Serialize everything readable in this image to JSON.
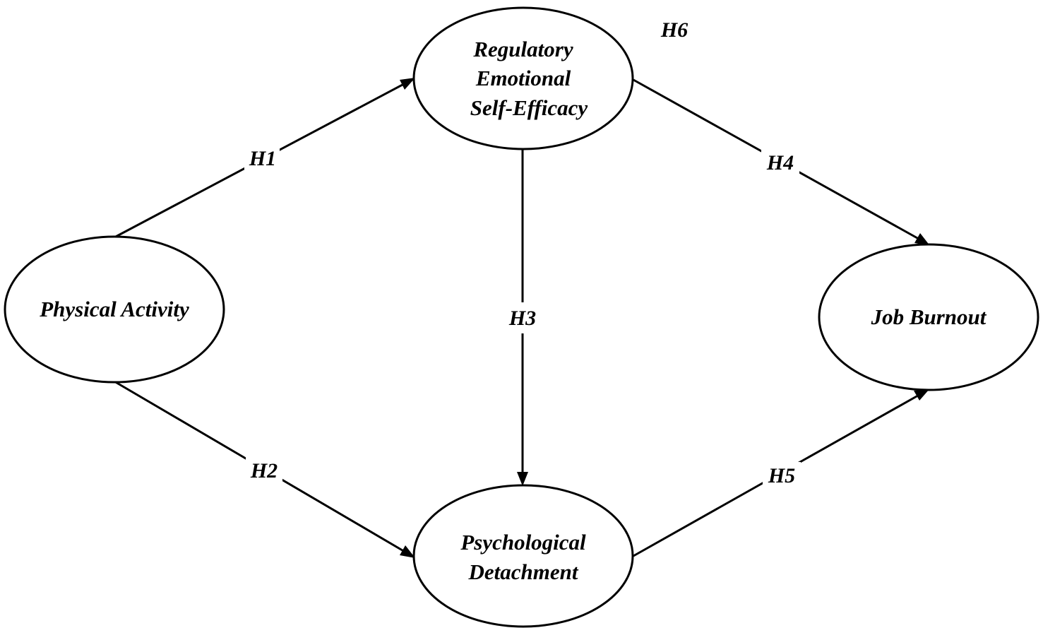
{
  "nodes": {
    "physical_activity": {
      "lines": [
        "Physical Activity"
      ]
    },
    "regulatory": {
      "lines": [
        "Regulatory",
        "Emotional",
        "Self-Efficacy"
      ]
    },
    "detachment": {
      "lines": [
        "Psychological",
        "Detachment"
      ]
    },
    "burnout": {
      "lines": [
        "Job Burnout"
      ]
    }
  },
  "edges": [
    {
      "from": "physical_activity",
      "to": "regulatory",
      "label": "H1"
    },
    {
      "from": "physical_activity",
      "to": "detachment",
      "label": "H2"
    },
    {
      "from": "regulatory",
      "to": "detachment",
      "label": "H3"
    },
    {
      "from": "regulatory",
      "to": "burnout",
      "label": "H4"
    },
    {
      "from": "detachment",
      "to": "burnout",
      "label": "H5"
    }
  ],
  "annotations": {
    "h6": "H6"
  }
}
